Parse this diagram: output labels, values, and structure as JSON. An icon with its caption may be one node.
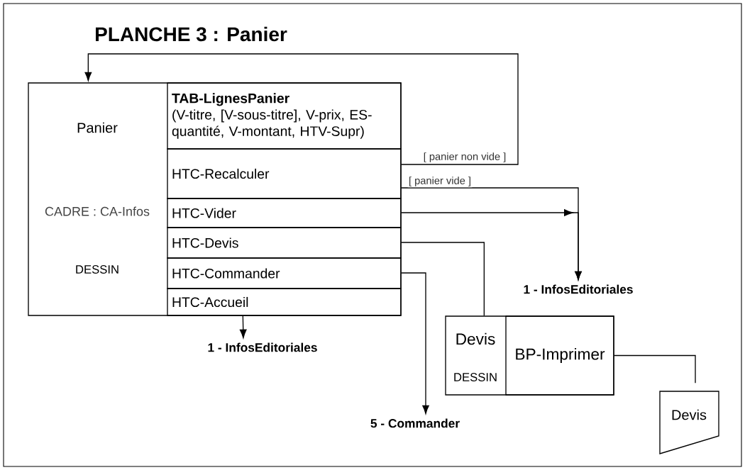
{
  "diagram": {
    "title": "PLANCHE 3 : Panier",
    "nodes": [
      {
        "text": [
          "Panier",
          "CADRE : CA-Infos",
          "DESSIN"
        ]
      },
      {
        "text": [
          "TAB-LignesPanier",
          "(V-titre, [V-sous-titre], V-prix, ES-quantité, V-montant, HTV-Supr)"
        ],
        "in": 0
      },
      {
        "text": [
          "HTC-Recalculer"
        ],
        "in": 0
      },
      {
        "text": [
          "HTC-Vider"
        ],
        "in": 0
      },
      {
        "text": [
          "HTC-Devis"
        ],
        "in": 0
      },
      {
        "text": [
          "HTC-Commander"
        ],
        "in": 0
      },
      {
        "text": [
          "HTC-Accueil"
        ],
        "in": 0
      },
      {
        "text": [
          "1 - InfosEditoriales"
        ]
      },
      {
        "text": [
          "1 - InfosEditoriales"
        ]
      },
      {
        "text": [
          "5 - Commander"
        ]
      },
      {
        "text": [
          "Devis",
          "DESSIN"
        ]
      },
      {
        "text": [
          "BP-Imprimer"
        ],
        "in": 10
      },
      {
        "text": [
          "Devis"
        ]
      }
    ],
    "edges": [
      {
        "from": 2,
        "to": 0,
        "arrow": "to",
        "label": "[ panier non vide ]"
      },
      {
        "from": 2,
        "to": 8,
        "arrow": "to",
        "label": "[ panier vide ]"
      },
      {
        "from": 3,
        "to": 8,
        "arrow": "to"
      },
      {
        "from": 4,
        "to": 10,
        "arrow": "none"
      },
      {
        "from": 5,
        "to": 9,
        "arrow": "to"
      },
      {
        "from": 6,
        "to": 7,
        "arrow": "to"
      },
      {
        "from": 11,
        "to": 12,
        "arrow": "none"
      }
    ]
  }
}
